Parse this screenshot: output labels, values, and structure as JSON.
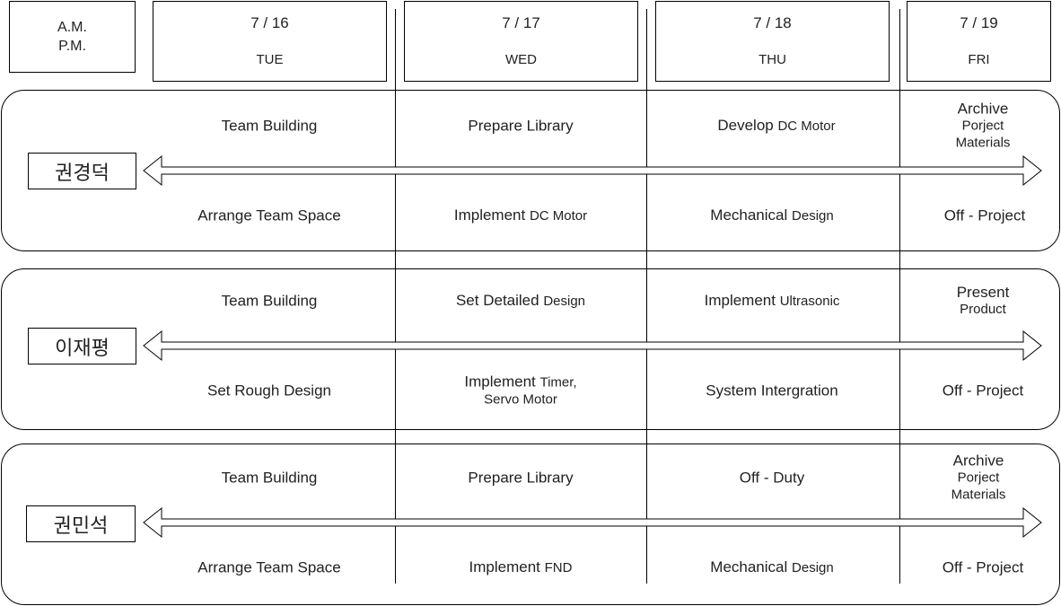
{
  "header": {
    "ampm": [
      "A.M.",
      "P.M."
    ],
    "days": [
      {
        "date": "7 / 16",
        "day": "TUE"
      },
      {
        "date": "7 / 17",
        "day": "WED"
      },
      {
        "date": "7 / 18",
        "day": "THU"
      },
      {
        "date": "7 / 19",
        "day": "FRI"
      }
    ]
  },
  "members": [
    {
      "name": "권경덕",
      "am": [
        {
          "main": "Team Building",
          "sub": ""
        },
        {
          "main": "Prepare Library",
          "sub": ""
        },
        {
          "main": "Develop",
          "sub": "DC Motor"
        },
        {
          "line1": "Archive",
          "line2": "Porject",
          "line3": "Materials"
        }
      ],
      "pm": [
        {
          "main": "Arrange Team Space",
          "sub": ""
        },
        {
          "main": "Implement",
          "sub": "DC Motor"
        },
        {
          "main": "Mechanical",
          "sub": "Design"
        },
        {
          "main": "Off - Project",
          "sub": ""
        }
      ]
    },
    {
      "name": "이재평",
      "am": [
        {
          "main": "Team Building",
          "sub": ""
        },
        {
          "main": "Set Detailed",
          "sub": "Design"
        },
        {
          "main": "Implement",
          "sub": "Ultrasonic"
        },
        {
          "line1": "Present",
          "line2": "Product",
          "line3": ""
        }
      ],
      "pm": [
        {
          "main": "Set Rough Design",
          "sub": ""
        },
        {
          "line1": "Implement",
          "line1sub": "Timer,",
          "line2": "Servo Motor"
        },
        {
          "main": "System Intergration",
          "sub": ""
        },
        {
          "main": "Off - Project",
          "sub": ""
        }
      ]
    },
    {
      "name": "권민석",
      "am": [
        {
          "main": "Team Building",
          "sub": ""
        },
        {
          "main": "Prepare Library",
          "sub": ""
        },
        {
          "main": "Off - Duty",
          "sub": ""
        },
        {
          "line1": "Archive",
          "line2": "Porject",
          "line3": "Materials"
        }
      ],
      "pm": [
        {
          "main": "Arrange Team Space",
          "sub": ""
        },
        {
          "main": "Implement",
          "sub": "FND"
        },
        {
          "main": "Mechanical",
          "sub": "Design"
        },
        {
          "main": "Off - Project",
          "sub": ""
        }
      ]
    }
  ]
}
